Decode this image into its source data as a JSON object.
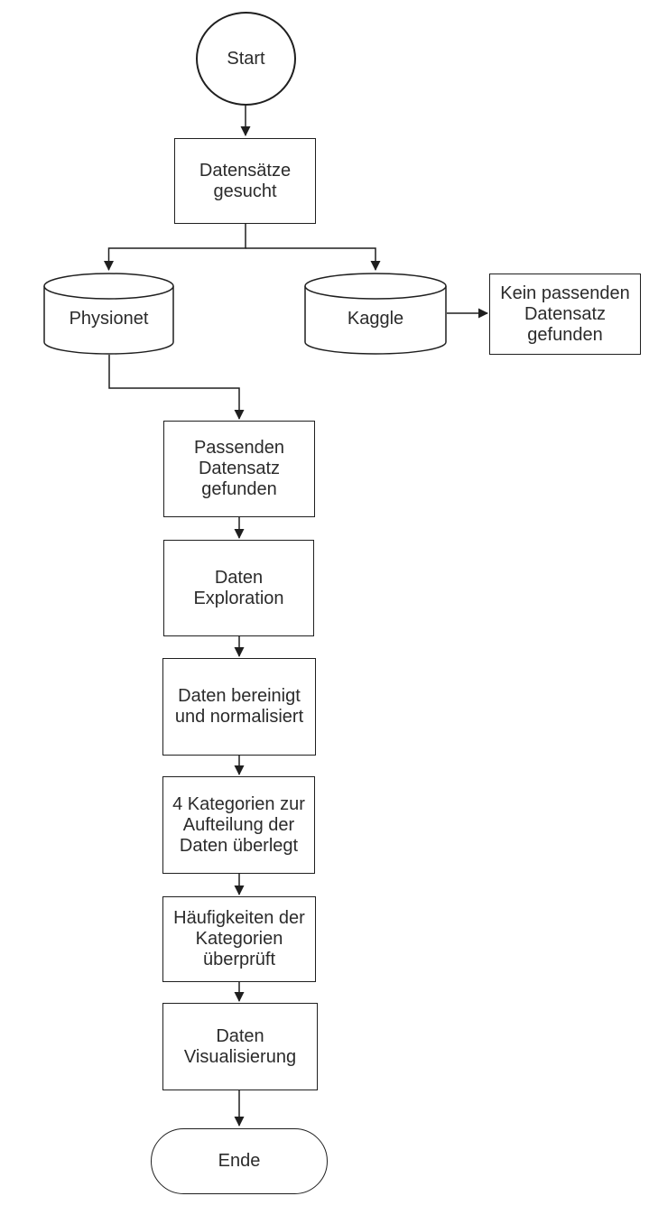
{
  "diagram": {
    "type": "flowchart",
    "language": "de",
    "colors": {
      "stroke": "#1f1f1f",
      "text": "#2b2b2b",
      "fill": "#ffffff",
      "background": "#ffffff"
    },
    "nodes": [
      {
        "id": "start",
        "shape": "circle",
        "label": "Start"
      },
      {
        "id": "datensaetze-gesucht",
        "shape": "process",
        "label": "Datensätze\ngesucht"
      },
      {
        "id": "physionet",
        "shape": "database",
        "label": "Physionet"
      },
      {
        "id": "kaggle",
        "shape": "database",
        "label": "Kaggle"
      },
      {
        "id": "kein-passenden-datensatz-gefunden",
        "shape": "process",
        "label": "Kein passenden\nDatensatz\ngefunden"
      },
      {
        "id": "passenden-datensatz-gefunden",
        "shape": "process",
        "label": "Passenden\nDatensatz\ngefunden"
      },
      {
        "id": "daten-exploration",
        "shape": "process",
        "label": "Daten\nExploration"
      },
      {
        "id": "daten-bereinigt-und-normalisiert",
        "shape": "process",
        "label": "Daten bereinigt\nund normalisiert"
      },
      {
        "id": "vier-kategorien-ueberlegt",
        "shape": "process",
        "label": "4 Kategorien zur\nAufteilung der\nDaten überlegt"
      },
      {
        "id": "haeufigkeiten-ueberprueft",
        "shape": "process",
        "label": "Häufigkeiten der\nKategorien\nüberprüft"
      },
      {
        "id": "daten-visualisierung",
        "shape": "process",
        "label": "Daten\nVisualisierung"
      },
      {
        "id": "ende",
        "shape": "terminator",
        "label": "Ende"
      }
    ],
    "edges": [
      {
        "from": "start",
        "to": "datensaetze-gesucht"
      },
      {
        "from": "datensaetze-gesucht",
        "to": "physionet"
      },
      {
        "from": "datensaetze-gesucht",
        "to": "kaggle"
      },
      {
        "from": "kaggle",
        "to": "kein-passenden-datensatz-gefunden"
      },
      {
        "from": "physionet",
        "to": "passenden-datensatz-gefunden"
      },
      {
        "from": "passenden-datensatz-gefunden",
        "to": "daten-exploration"
      },
      {
        "from": "daten-exploration",
        "to": "daten-bereinigt-und-normalisiert"
      },
      {
        "from": "daten-bereinigt-und-normalisiert",
        "to": "vier-kategorien-ueberlegt"
      },
      {
        "from": "vier-kategorien-ueberlegt",
        "to": "haeufigkeiten-ueberprueft"
      },
      {
        "from": "haeufigkeiten-ueberprueft",
        "to": "daten-visualisierung"
      },
      {
        "from": "daten-visualisierung",
        "to": "ende"
      }
    ]
  }
}
